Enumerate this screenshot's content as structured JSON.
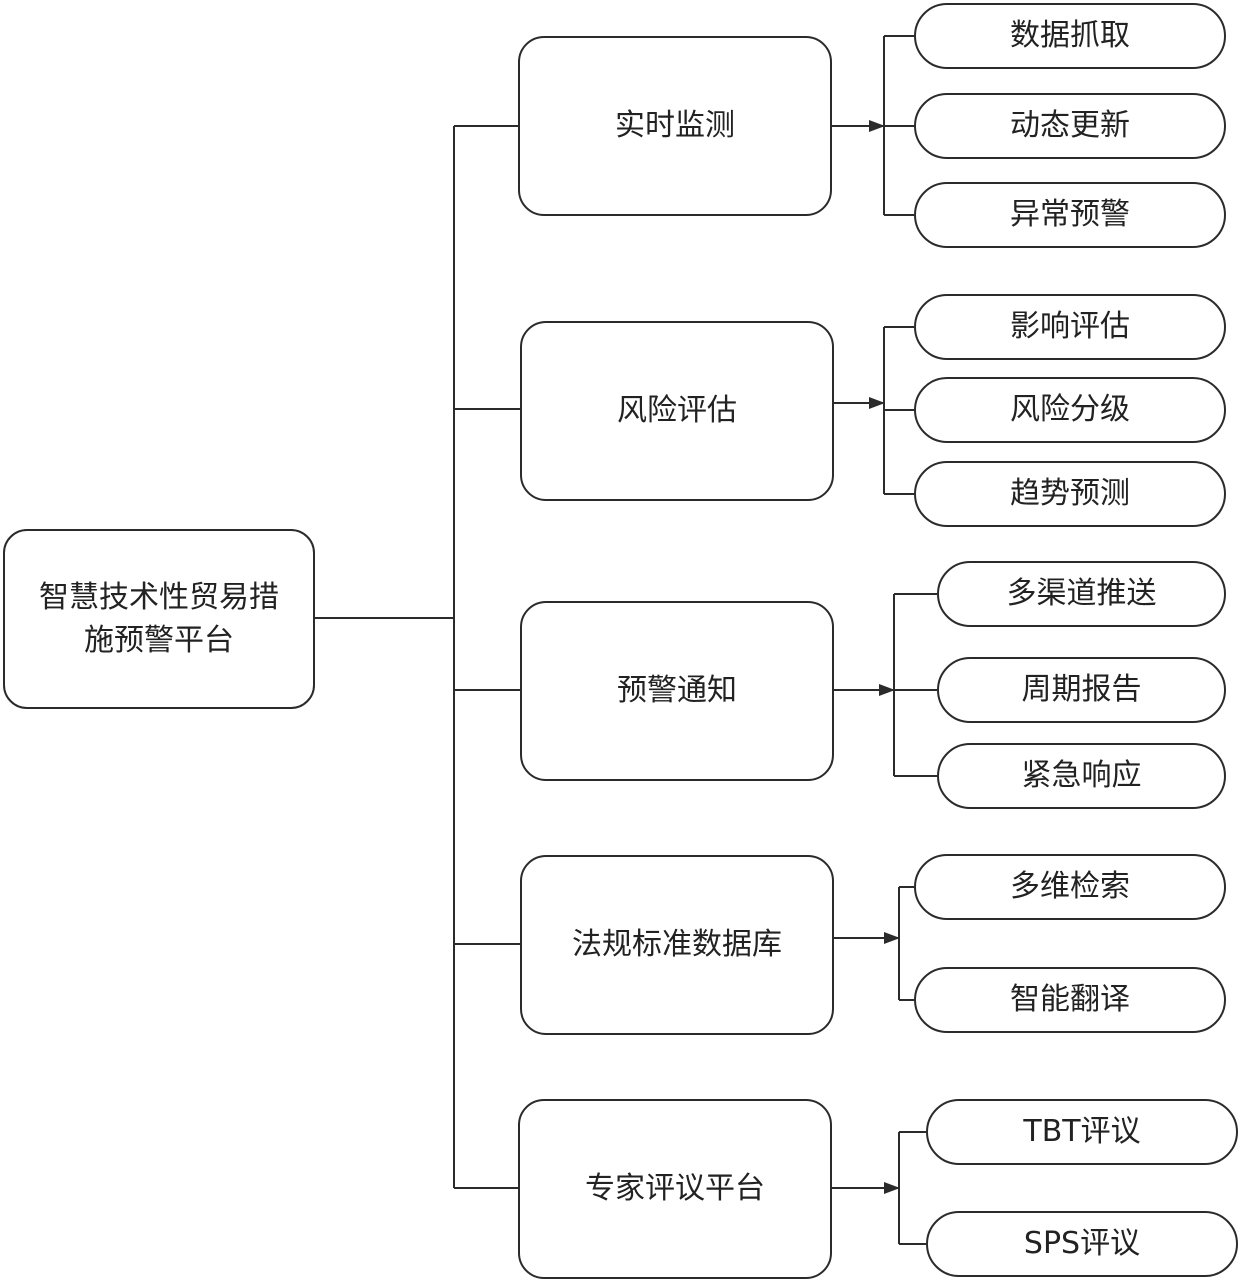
{
  "diagram": {
    "root": {
      "label": "智慧技术性贸易措施预警平台"
    },
    "modules": [
      {
        "label": "实时监测",
        "children": [
          "数据抓取",
          "动态更新",
          "异常预警"
        ]
      },
      {
        "label": "风险评估",
        "children": [
          "影响评估",
          "风险分级",
          "趋势预测"
        ]
      },
      {
        "label": "预警通知",
        "children": [
          "多渠道推送",
          "周期报告",
          "紧急响应"
        ]
      },
      {
        "label": "法规标准数据库",
        "children": [
          "多维检索",
          "智能翻译"
        ]
      },
      {
        "label": "专家评议平台",
        "children": [
          "TBT评议",
          "SPS评议"
        ]
      }
    ],
    "colors": {
      "stroke": "#2b2b2b",
      "text": "#222222",
      "background": "#ffffff"
    }
  }
}
